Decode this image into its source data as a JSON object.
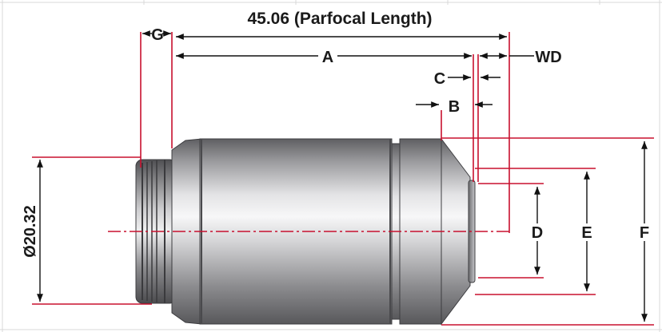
{
  "labels": {
    "parfocal": "45.06 (Parfocal Length)",
    "g": "G",
    "a": "A",
    "wd": "WD",
    "c": "C",
    "b": "B",
    "d": "D",
    "e": "E",
    "f": "F",
    "diameter": "Ø20.32"
  },
  "colors": {
    "dimension_line": "#c8102e",
    "arrow": "#111111",
    "body_dark": "#6e6e70",
    "body_light": "#f2f2f2"
  }
}
